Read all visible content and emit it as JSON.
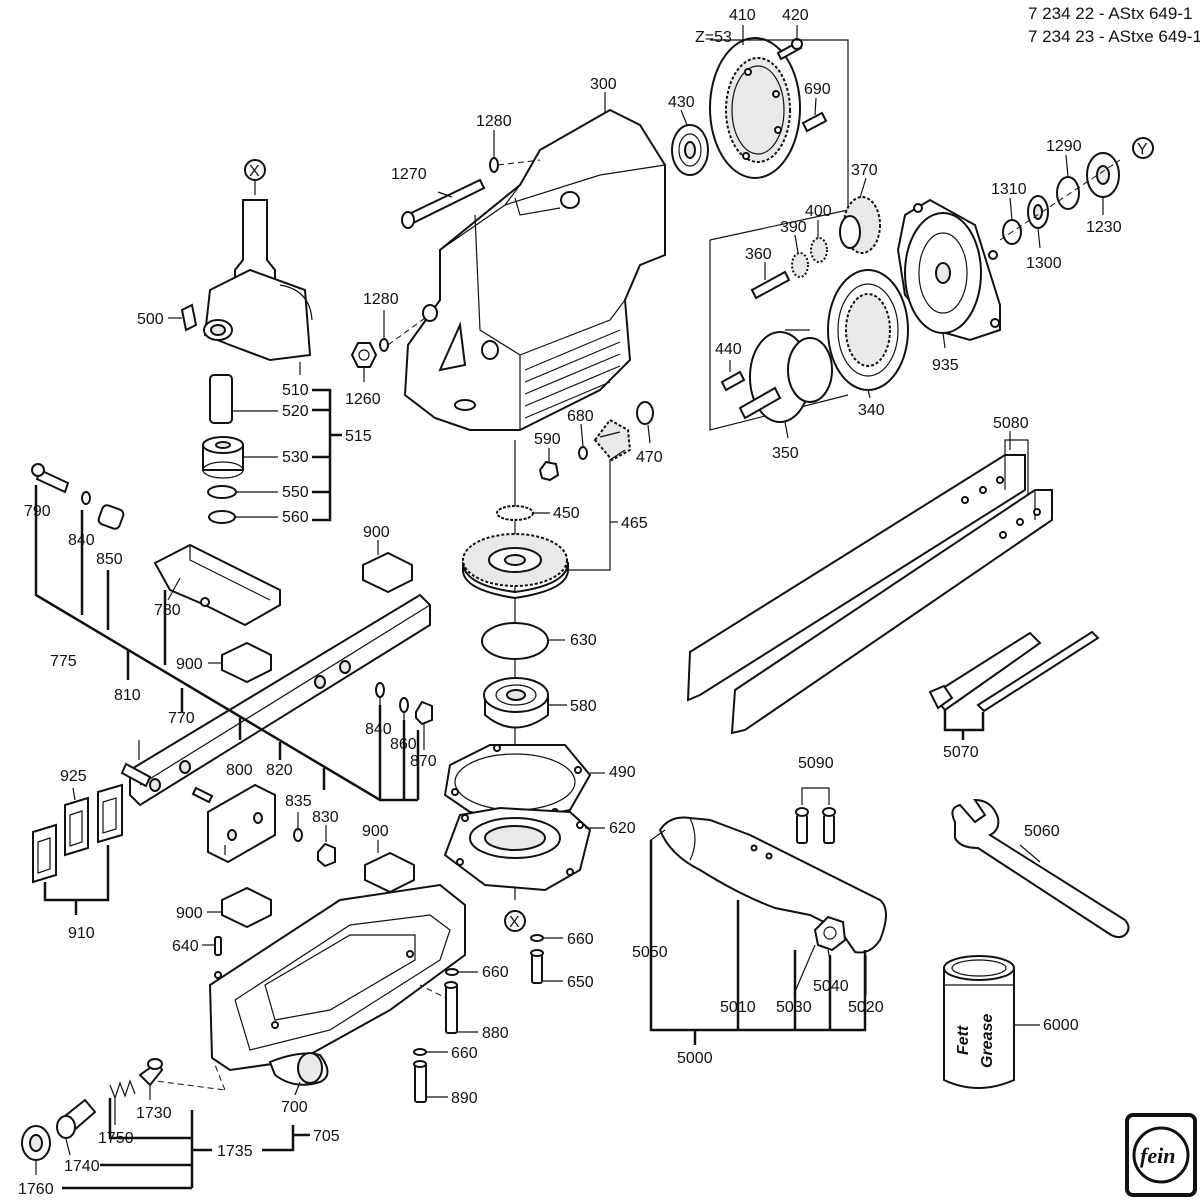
{
  "header": {
    "line1": "7 234 22 - AStx 649-1",
    "line2": "7 234 23 - AStxe 649-1"
  },
  "ring_gear_note": "Z=53",
  "markers": {
    "x": "X",
    "y": "Y"
  },
  "logo": {
    "text": "fein"
  },
  "labels": {
    "p410": "410",
    "p420": "420",
    "p300": "300",
    "p430": "430",
    "p690": "690",
    "p1280a": "1280",
    "p1270": "1270",
    "p370": "370",
    "p1290": "1290",
    "p400": "400",
    "p390": "390",
    "p1310": "1310",
    "p1230": "1230",
    "p360": "360",
    "p1300": "1300",
    "p500": "500",
    "p1280b": "1280",
    "p440": "440",
    "p935": "935",
    "p1260": "1260",
    "p340": "340",
    "p510": "510",
    "p520": "520",
    "p515": "515",
    "p680": "680",
    "p590": "590",
    "p470": "470",
    "p350": "350",
    "p530": "530",
    "p5080": "5080",
    "p550": "550",
    "p450": "450",
    "p790": "790",
    "p560": "560",
    "p465": "465",
    "p840a": "840",
    "p850": "850",
    "p900a": "900",
    "p780": "780",
    "p630": "630",
    "p775": "775",
    "p900b": "900",
    "p810": "810",
    "p580": "580",
    "p770": "770",
    "p840b": "840",
    "p860": "860",
    "p5070": "5070",
    "p870": "870",
    "p490": "490",
    "p5090": "5090",
    "p925": "925",
    "p800": "800",
    "p820": "820",
    "p835": "835",
    "p830": "830",
    "p620": "620",
    "p900c": "900",
    "p5060": "5060",
    "p910": "910",
    "p900d": "900",
    "p660a": "660",
    "p640": "640",
    "p5050": "5050",
    "p650": "650",
    "p660b": "660",
    "p5040": "5040",
    "p6000": "6000",
    "p5010": "5010",
    "p5030": "5030",
    "p5020": "5020",
    "p880": "880",
    "p660c": "660",
    "p5000": "5000",
    "p890": "890",
    "p700": "700",
    "p1730": "1730",
    "p705": "705",
    "p1750": "1750",
    "p1735": "1735",
    "p1740": "1740",
    "p1760": "1760"
  },
  "can": {
    "text1": "Fett",
    "text2": "Grease"
  }
}
